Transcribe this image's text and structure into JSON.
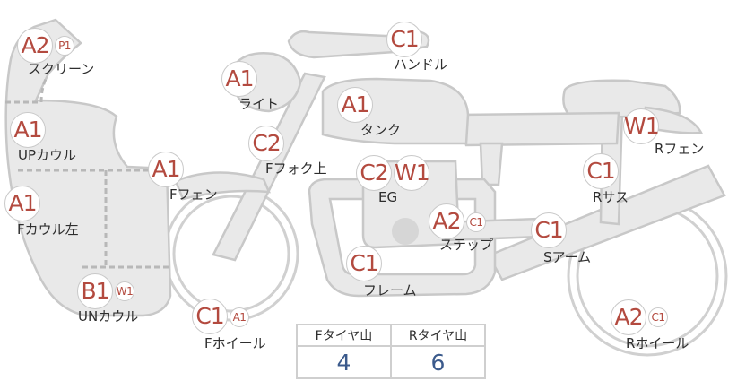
{
  "parts": [
    {
      "id": "screen",
      "label": "スクリーン",
      "grade": "A2",
      "sub": "P1"
    },
    {
      "id": "up-cowl",
      "label": "UPカウル",
      "grade": "A1",
      "sub": ""
    },
    {
      "id": "f-cowl-left",
      "label": "Fカウル左",
      "grade": "A1",
      "sub": ""
    },
    {
      "id": "un-cowl",
      "label": "UNカウル",
      "grade": "B1",
      "sub": "W1"
    },
    {
      "id": "f-fender",
      "label": "Fフェン",
      "grade": "A1",
      "sub": ""
    },
    {
      "id": "f-wheel",
      "label": "Fホイール",
      "grade": "C1",
      "sub": "A1"
    },
    {
      "id": "light",
      "label": "ライト",
      "grade": "A1",
      "sub": ""
    },
    {
      "id": "f-fork-upper",
      "label": "Fフォク上",
      "grade": "C2",
      "sub": ""
    },
    {
      "id": "handle",
      "label": "ハンドル",
      "grade": "C1",
      "sub": ""
    },
    {
      "id": "tank",
      "label": "タンク",
      "grade": "A1",
      "sub": ""
    },
    {
      "id": "eg",
      "label": "EG",
      "grade": "C2",
      "grade2": "W1",
      "sub": ""
    },
    {
      "id": "step",
      "label": "ステップ",
      "grade": "A2",
      "sub": "C1"
    },
    {
      "id": "frame",
      "label": "フレーム",
      "grade": "C1",
      "sub": ""
    },
    {
      "id": "s-arm",
      "label": "Sアーム",
      "grade": "C1",
      "sub": ""
    },
    {
      "id": "r-fender",
      "label": "Rフェン",
      "grade": "W1",
      "sub": ""
    },
    {
      "id": "r-sus",
      "label": "Rサス",
      "grade": "C1",
      "sub": ""
    },
    {
      "id": "r-wheel",
      "label": "Rホイール",
      "grade": "A2",
      "sub": "C1"
    }
  ],
  "tyre_table": {
    "front_header": "Fタイヤ山",
    "rear_header": "Rタイヤ山",
    "front_value": "4",
    "rear_value": "6"
  },
  "colors": {
    "grade": "#b34a3f",
    "tyre_value": "#3b5a8c",
    "part_fill": "#e9e9e9",
    "part_stroke": "#c8c8c8"
  }
}
